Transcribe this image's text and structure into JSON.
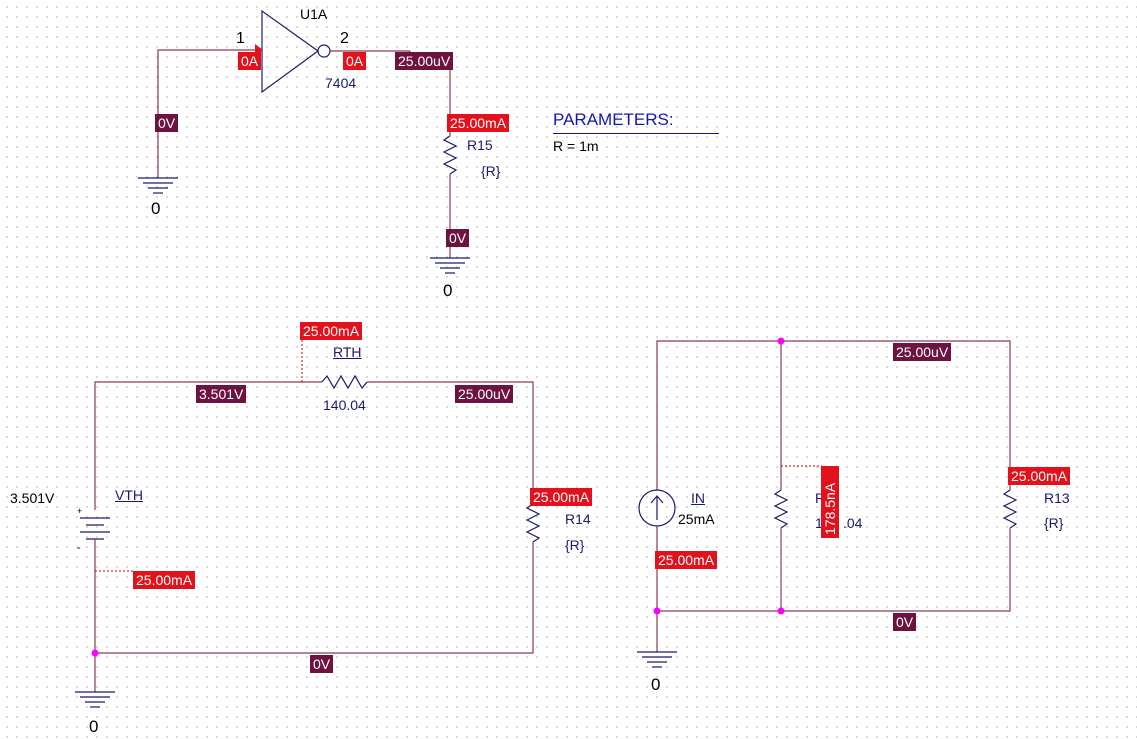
{
  "inverter": {
    "ref": "U1A",
    "model": "7404",
    "pin_in": "1",
    "pin_out": "2",
    "input_current": "0A",
    "output_current": "0A",
    "input_voltage": "0V",
    "output_voltage": "25.00uV"
  },
  "r15": {
    "ref": "R15",
    "value": "{R}",
    "current": "25.00mA",
    "bottom_voltage": "0V"
  },
  "parameters": {
    "title": "PARAMETERS:",
    "assignment": "R = 1m"
  },
  "thevenin": {
    "source_ref": "VTH",
    "source_value": "3.501V",
    "plus_sign": "+",
    "minus_sign": "-",
    "rth_ref": "RTH",
    "rth_value": "140.04",
    "rth_current": "25.00mA",
    "left_node_voltage": "3.501V",
    "right_node_voltage": "25.00uV",
    "source_current": "25.00mA",
    "bottom_voltage": "0V",
    "r14_ref": "R14",
    "r14_value": "{R}",
    "r14_current": "25.00mA"
  },
  "norton": {
    "source_ref": "IN",
    "source_value": "25mA",
    "source_current": "25.00mA",
    "top_voltage": "25.00uV",
    "bottom_voltage": "0V",
    "rn_ref_partial": "R",
    "rn_value_partial": "17",
    "rn_value_suffix": ".04",
    "rn_current": "178.5nA",
    "r13_ref": "R13",
    "r13_value": "{R}",
    "r13_current": "25.00mA"
  },
  "ground_label": "0",
  "colors": {
    "wire": "#8a3b52",
    "part": "#1a1a6e",
    "voltage_marker": "#6e1240",
    "current_marker": "#e3111b",
    "junction": "#ff00ff",
    "grid_dot": "#b7b7b7"
  }
}
